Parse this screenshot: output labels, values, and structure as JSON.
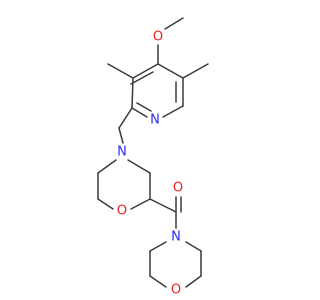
{
  "molecule": {
    "atoms": {
      "o_methoxy": {
        "symbol": "O",
        "color": "#e8231f"
      },
      "n_pyridine": {
        "symbol": "N",
        "color": "#2c2cf0"
      },
      "n_morpholine_top": {
        "symbol": "N",
        "color": "#2c2cf0"
      },
      "o_morpholine_top": {
        "symbol": "O",
        "color": "#e8231f"
      },
      "o_carbonyl": {
        "symbol": "O",
        "color": "#e8231f"
      },
      "n_morpholine_bottom": {
        "symbol": "N",
        "color": "#2c2cf0"
      },
      "o_morpholine_bottom": {
        "symbol": "O",
        "color": "#e8231f"
      }
    },
    "bond_color": "#3a3a3a"
  }
}
